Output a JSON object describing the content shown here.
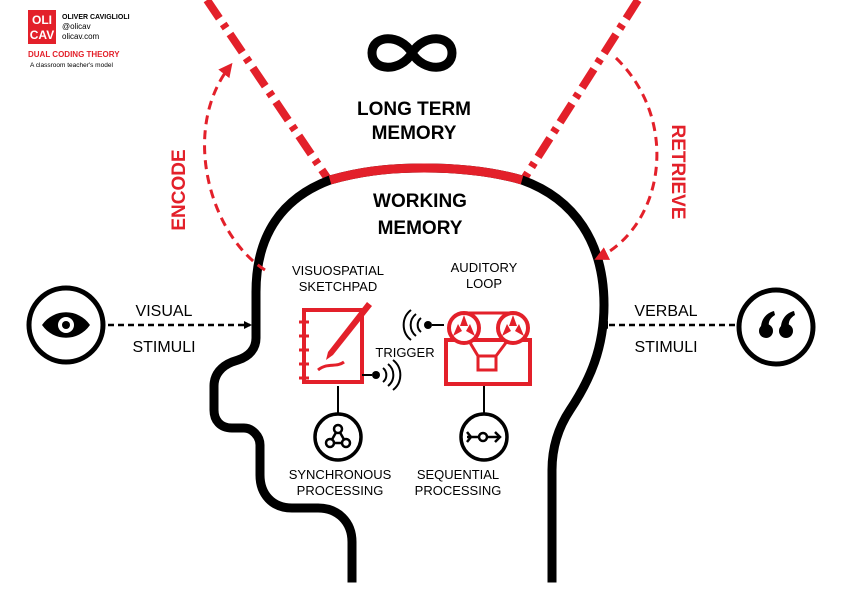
{
  "header": {
    "logo_line1": "OLI",
    "logo_line2": "CAV",
    "author": "OLIVER CAVIGLIOLI",
    "handle": "@olicav",
    "website": "olicav.com",
    "title": "DUAL CODING THEORY",
    "subtitle": "A classroom teacher's model"
  },
  "long_term_memory": {
    "line1": "LONG TERM",
    "line2": "MEMORY",
    "icon": "infinity-icon"
  },
  "working_memory": {
    "line1": "WORKING",
    "line2": "MEMORY"
  },
  "encode": {
    "label": "ENCODE"
  },
  "retrieve": {
    "label": "RETRIEVE"
  },
  "visual_stimuli": {
    "line1": "VISUAL",
    "line2": "STIMULI",
    "icon": "eye-icon"
  },
  "verbal_stimuli": {
    "line1": "VERBAL",
    "line2": "STIMULI",
    "icon": "quote-icon"
  },
  "visuospatial": {
    "line1": "VISUOSPATIAL",
    "line2": "SKETCHPAD",
    "icon": "sketchpad-icon"
  },
  "auditory": {
    "line1": "AUDITORY",
    "line2": "LOOP",
    "icon": "tape-recorder-icon"
  },
  "trigger": {
    "label": "TRIGGER"
  },
  "synchronous": {
    "line1": "SYNCHRONOUS",
    "line2": "PROCESSING",
    "icon": "network-icon"
  },
  "sequential": {
    "line1": "SEQUENTIAL",
    "line2": "PROCESSING",
    "icon": "sequence-icon"
  },
  "colors": {
    "accent": "#e3202a",
    "ink": "#000000",
    "background": "#ffffff"
  }
}
